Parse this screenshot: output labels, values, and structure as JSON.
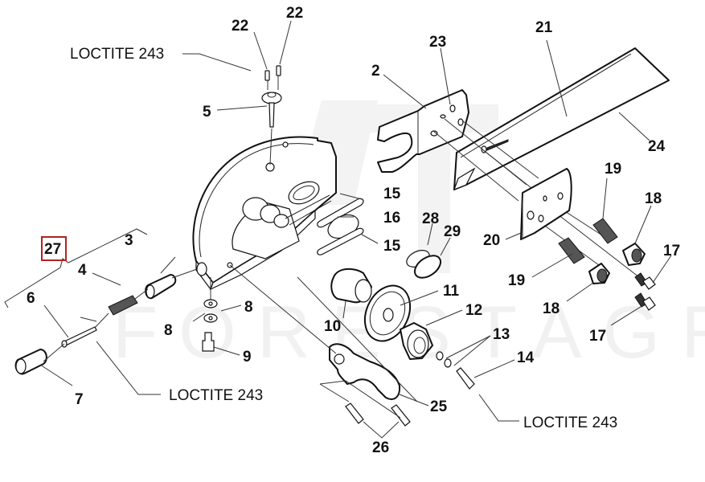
{
  "diagram": {
    "type": "exploded-parts-view",
    "watermark": "FORESTAGRI",
    "highlight_color": "#b22222",
    "highlighted_callout": "27",
    "callouts": {
      "c2": "2",
      "c3": "3",
      "c4": "4",
      "c5": "5",
      "c6": "6",
      "c7": "7",
      "c8a": "8",
      "c8b": "8",
      "c9": "9",
      "c10": "10",
      "c11": "11",
      "c12": "12",
      "c13": "13",
      "c14": "14",
      "c15a": "15",
      "c15b": "15",
      "c16": "16",
      "c17a": "17",
      "c17b": "17",
      "c18a": "18",
      "c18b": "18",
      "c19a": "19",
      "c19b": "19",
      "c20": "20",
      "c21": "21",
      "c22a": "22",
      "c22b": "22",
      "c23": "23",
      "c24": "24",
      "c25": "25",
      "c26": "26",
      "c27": "27",
      "c28": "28",
      "c29": "29"
    },
    "notes": {
      "top": "LOCTITE 243",
      "left": "LOCTITE 243",
      "bottom": "LOCTITE 243"
    }
  }
}
